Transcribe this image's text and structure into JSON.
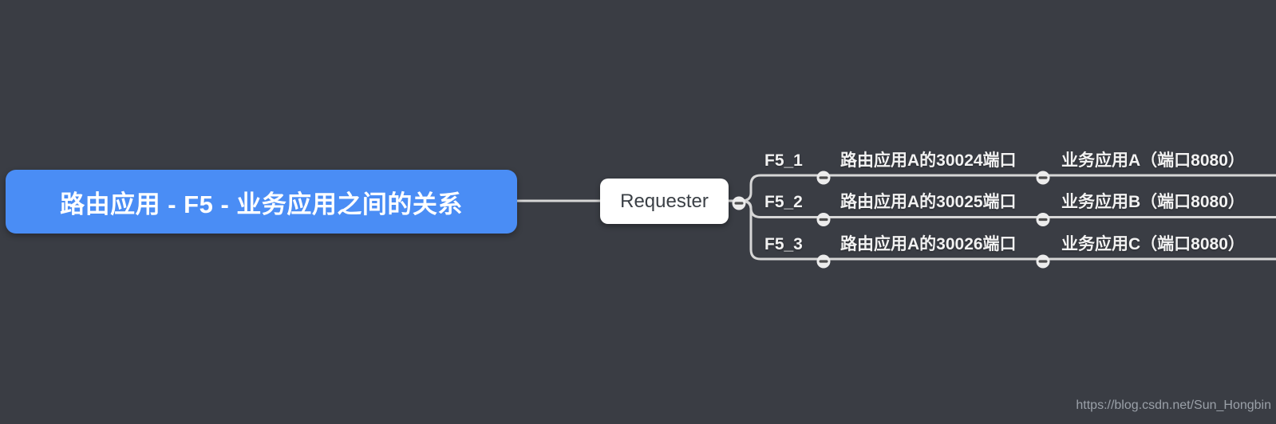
{
  "app": {
    "type": "mind-map-canvas",
    "theme": "dark"
  },
  "colors": {
    "canvas_background": "#3a3d44",
    "root_node_fill": "#4a8df5",
    "root_node_text": "#ffffff",
    "requester_node_fill": "#ffffff",
    "requester_node_text": "#3b4046",
    "branch_line": "#d6d6d6",
    "topic_text": "#f2f2f2",
    "collapse_button_fill": "#ececec",
    "collapse_button_glyph": "#4d4d4d",
    "watermark_text": "#9aa0a8"
  },
  "root": {
    "label": "路由应用 - F5 - 业务应用之间的关系"
  },
  "requester": {
    "label": "Requester"
  },
  "branches": [
    {
      "f5": "F5_1",
      "route": "路由应用A的30024端口",
      "app": "业务应用A（端口8080）"
    },
    {
      "f5": "F5_2",
      "route": "路由应用A的30025端口",
      "app": "业务应用B（端口8080）"
    },
    {
      "f5": "F5_3",
      "route": "路由应用A的30026端口",
      "app": "业务应用C（端口8080）"
    }
  ],
  "icons": {
    "collapse_button": "minus-icon"
  },
  "watermark": {
    "text": "https://blog.csdn.net/Sun_Hongbin"
  }
}
